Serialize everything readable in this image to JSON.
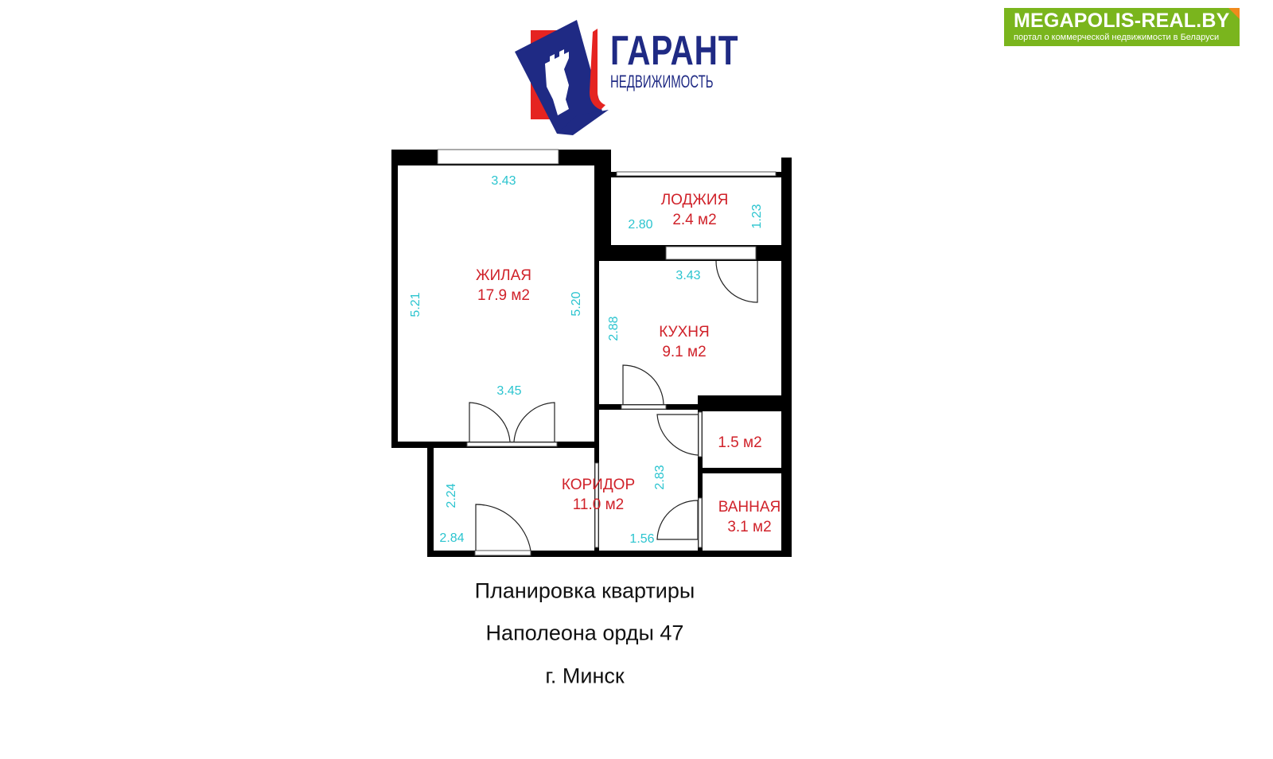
{
  "badge": {
    "title": "MEGAPOLIS-REAL.BY",
    "subtitle": "портал о коммерческой недвижимости в Беларуси",
    "color": "#7ab51d"
  },
  "logo": {
    "brand": "ГАРАНТ",
    "sub": "НЕДВИЖИМОСТЬ",
    "blue": "#1f2a84",
    "red": "#e52421"
  },
  "rooms": {
    "living": {
      "name": "ЖИЛАЯ",
      "area": "17.9 м2"
    },
    "loggia": {
      "name": "ЛОДЖИЯ",
      "area": "2.4 м2"
    },
    "kitchen": {
      "name": "КУХНЯ",
      "area": "9.1 м2"
    },
    "corridor": {
      "name": "КОРИДОР",
      "area": "11.0 м2"
    },
    "storage": {
      "area": "1.5 м2"
    },
    "bathroom": {
      "name": "ВАННАЯ",
      "area": "3.1 м2"
    }
  },
  "dimensions": {
    "living_top": "3.43",
    "living_left": "5.21",
    "living_right": "5.20",
    "living_bottom": "3.45",
    "loggia_width": "2.80",
    "loggia_depth": "1.23",
    "kitchen_top": "3.43",
    "kitchen_left": "2.88",
    "corridor_inner": "2.83",
    "corridor_bottom": "1.56",
    "hall_height": "2.24",
    "hall_width": "2.84"
  },
  "captions": [
    "Планировка квартиры",
    "Наполеона орды 47",
    "г. Минск"
  ]
}
